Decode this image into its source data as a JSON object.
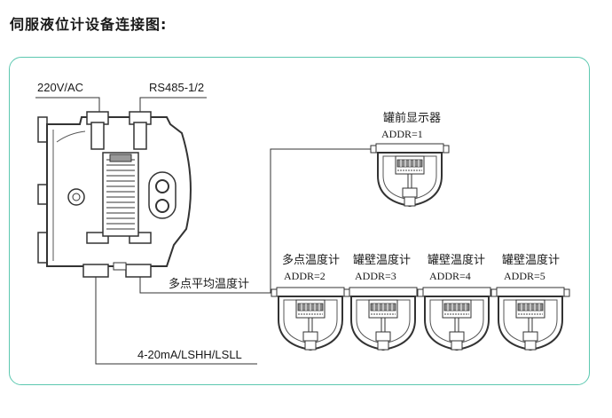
{
  "title": "伺服液位计设备连接图:",
  "colors": {
    "frame_border": "#5cc8b0",
    "line": "#333333"
  },
  "main_unit": {
    "ports": {
      "power": "220V/AC",
      "comm": "RS485-1/2",
      "avg_temp": "多点平均温度计",
      "analog": "4-20mA/LSHH/LSLL"
    }
  },
  "devices": [
    {
      "name": "罐前显示器",
      "addr": "ADDR=1"
    },
    {
      "name": "多点温度计",
      "addr": "ADDR=2"
    },
    {
      "name": "罐壁温度计",
      "addr": "ADDR=3"
    },
    {
      "name": "罐壁温度计",
      "addr": "ADDR=4"
    },
    {
      "name": "罐壁温度计",
      "addr": "ADDR=5"
    }
  ]
}
